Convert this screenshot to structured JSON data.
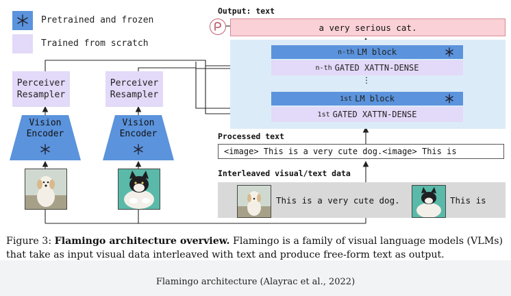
{
  "legend": {
    "frozen": {
      "label": "Pretrained and frozen",
      "icon": "snowflake-icon",
      "color": "#5b93dc"
    },
    "scratch": {
      "label": "Trained from scratch",
      "color": "#e3d9f8"
    }
  },
  "left_stack": {
    "resampler_1": "Perceiver\nResampler",
    "resampler_2": "Perceiver\nResampler",
    "encoder_1": "Vision\nEncoder",
    "encoder_2": "Vision\nEncoder"
  },
  "output": {
    "heading": "Output: text",
    "text": "a very serious cat.",
    "logo_icon": "flamingo-logo-icon"
  },
  "lm_stack": {
    "nth_lm_prefix": "n-th",
    "nth_lm": "LM block",
    "nth_gated_prefix": "n-th",
    "nth_gated": "GATED XATTN-DENSE",
    "first_lm_prefix": "1st",
    "first_lm": "LM block",
    "first_gated_prefix": "1st",
    "first_gated": "GATED XATTN-DENSE",
    "ellipsis": "⋮"
  },
  "processed": {
    "heading": "Processed text",
    "text": "<image> This is a very cute dog.<image> This is"
  },
  "interleaved": {
    "heading": "Interleaved visual/text data",
    "text_1": "This is a very cute dog.",
    "text_2": "This is"
  },
  "caption": {
    "prefix": "Figure 3:",
    "title": "Flamingo architecture overview.",
    "body": "Flamingo is a family of visual language models (VLMs) that take as input visual data interleaved with text and produce free-form text as output."
  },
  "footer": {
    "text": "Flamingo architecture (Alayrac et al., 2022)"
  },
  "colors": {
    "frozen_blue": "#5b93dc",
    "scratch_purple": "#e3d9f8",
    "lm_panel": "#dcebf8",
    "output_pink": "#f9d1d6",
    "interleaved_gray": "#d9d9d9"
  }
}
